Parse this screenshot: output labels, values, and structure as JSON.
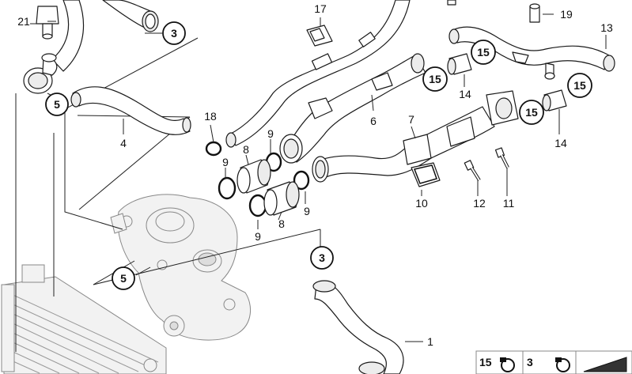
{
  "part_labels": {
    "p1": "1",
    "p3a": "3",
    "p3b": "3",
    "p4": "4",
    "p5a": "5",
    "p5b": "5",
    "p6": "6",
    "p7": "7",
    "p8a": "8",
    "p8b": "8",
    "p9a": "9",
    "p9b": "9",
    "p9c": "9",
    "p9d": "9",
    "p10": "10",
    "p11": "11",
    "p12": "12",
    "p13": "13",
    "p14a": "14",
    "p14b": "14",
    "p15a": "15",
    "p15b": "15",
    "p15c": "15",
    "p15d": "15",
    "p17": "17",
    "p18": "18",
    "p19": "19",
    "p21": "21"
  },
  "legend": {
    "item_a": "15",
    "item_b": "3"
  },
  "icons": {
    "callout": "circled-part-number-icon",
    "hose_clamp": "hose-clamp-icon",
    "legend_wedge": "wedge-shim-icon"
  }
}
